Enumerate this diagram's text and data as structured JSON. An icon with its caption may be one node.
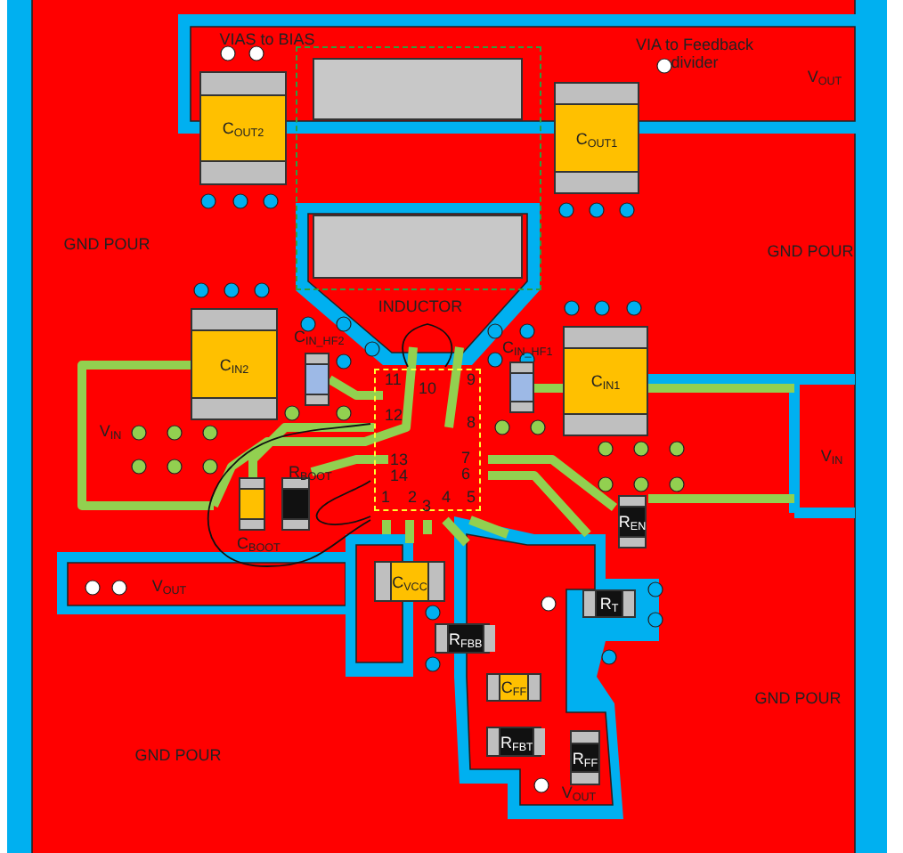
{
  "diagram": {
    "nodes": [
      {
        "text": [
          "INDUCTOR"
        ]
      },
      {
        "text": [
          "C$_{OUT2}$"
        ]
      },
      {
        "text": [
          "C$_{OUT1}$"
        ]
      },
      {
        "text": [
          "C$_{IN2}$"
        ]
      },
      {
        "text": [
          "C$_{IN_HF2}$"
        ]
      },
      {
        "text": [
          "C$_{IN_HF1}$"
        ]
      },
      {
        "text": [
          "C$_{IN1}$"
        ]
      },
      {
        "text": [
          "11",
          "10",
          "9",
          "12",
          "8",
          "13",
          "7",
          "14",
          "6",
          "1",
          "2",
          "3",
          "4",
          "5"
        ]
      },
      {
        "text": [
          "R$_{BOOT}$"
        ]
      },
      {
        "text": [
          "C$_{BOOT}$"
        ]
      },
      {
        "text": [
          "R$_{EN}$"
        ]
      },
      {
        "text": [
          "C$_{VCC}$"
        ]
      },
      {
        "text": [
          "R$_{T}$"
        ]
      },
      {
        "text": [
          "R$_{FBB}$"
        ]
      },
      {
        "text": [
          "C$_{FF}$"
        ]
      },
      {
        "text": [
          "R$_{FBT}$"
        ]
      },
      {
        "text": [
          "R$_{FF}$"
        ]
      }
    ],
    "labels": [
      "VIAS to BIAS",
      "VIA to Feedback divider",
      "V$_{OUT}$",
      "GND POUR",
      "GND POUR",
      "V$_{IN}$",
      "V$_{IN}$",
      "V$_{OUT}$",
      "V$_{OUT}$",
      "GND POUR",
      "GND POUR"
    ]
  }
}
